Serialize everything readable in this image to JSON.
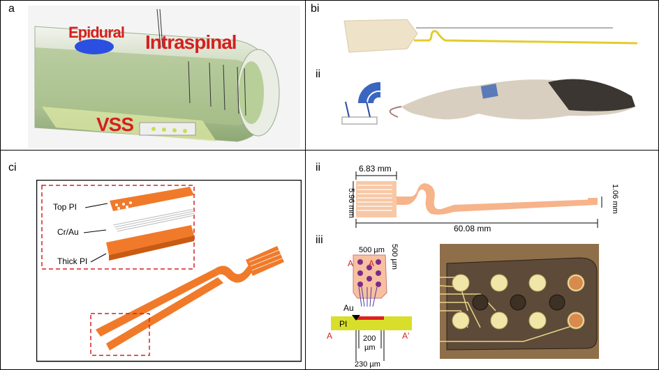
{
  "panel_labels": {
    "a": "a",
    "bi": "bi",
    "bii": "ii",
    "ci": "ci",
    "cii": "ii",
    "ciii": "iii"
  },
  "panel_a": {
    "epidural": "Epidural",
    "intraspinal": "Intraspinal",
    "vss": "VSS"
  },
  "panel_ci": {
    "top_pi": "Top PI",
    "cr_au": "Cr/Au",
    "thick_pi": "Thick PI"
  },
  "panel_cii": {
    "width_mm": "6.83 mm",
    "height_mm": "5.96 mm",
    "length_mm": "60.08 mm",
    "tip_mm": "1.06 mm"
  },
  "panel_ciii": {
    "pitch": "500 µm",
    "pitch_v": "500 µm",
    "section_a": "A",
    "section_a_prime": "A'",
    "au": "Au",
    "pi": "PI",
    "w200a": "200",
    "w200b": "µm",
    "w230": "230 µm"
  },
  "colors": {
    "accent_red": "#d42020",
    "orange": "#f07a2a",
    "yellow": "#e6d23a",
    "purple": "#5a3aa0"
  }
}
